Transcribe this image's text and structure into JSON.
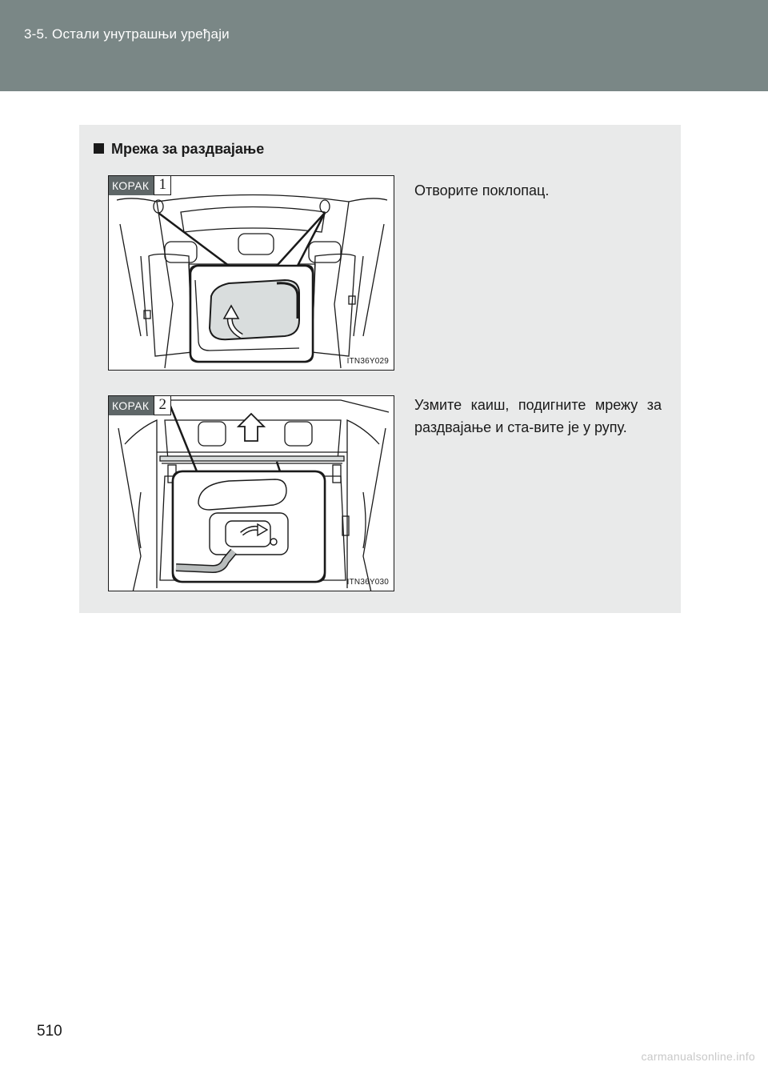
{
  "header": {
    "title": "3-5. Остали унутрашњи уређаји"
  },
  "section": {
    "heading": "Мрежа за раздвајање"
  },
  "steps": [
    {
      "badge_word": "КОРАК",
      "badge_number": "1",
      "figure_code": "ITN36Y029",
      "instruction": "Отворите поклопац."
    },
    {
      "badge_word": "КОРАК",
      "badge_number": "2",
      "figure_code": "ITN36Y030",
      "instruction": "Узмите каиш, подигните мрежу за раздвајање и ста-вите је у рупу."
    }
  ],
  "footer": {
    "page_number": "510",
    "watermark": "carmanualsonline.info"
  },
  "colors": {
    "header_bg": "#7a8786",
    "panel_bg": "#e9eaea",
    "badge_bg": "#5f6768"
  }
}
